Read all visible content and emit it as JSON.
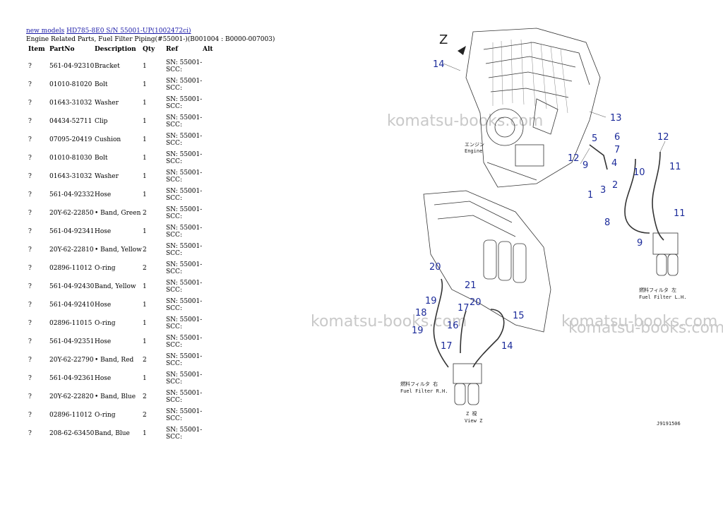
{
  "breadcrumb": {
    "link1": "new models",
    "link2": "HD785-8E0 S/N 55001-UP(1002472ci)"
  },
  "subtitle": "Engine Related Parts, Fuel Filter Piping(#55001-)(B001004 : B0000-007003)",
  "table": {
    "headers": [
      "Item",
      "PartNo",
      "Description",
      "Qty",
      "Ref",
      "Alt"
    ],
    "rows": [
      {
        "item": "?",
        "part": "561-04-92310",
        "desc": "Bracket",
        "qty": "1",
        "ref1": "SN: 55001-",
        "ref2": "SCC:"
      },
      {
        "item": "?",
        "part": "01010-81020",
        "desc": "Bolt",
        "qty": "1",
        "ref1": "SN: 55001-",
        "ref2": "SCC:"
      },
      {
        "item": "?",
        "part": "01643-31032",
        "desc": "Washer",
        "qty": "1",
        "ref1": "SN: 55001-",
        "ref2": "SCC:"
      },
      {
        "item": "?",
        "part": "04434-52711",
        "desc": "Clip",
        "qty": "1",
        "ref1": "SN: 55001-",
        "ref2": "SCC:"
      },
      {
        "item": "?",
        "part": "07095-20419",
        "desc": "Cushion",
        "qty": "1",
        "ref1": "SN: 55001-",
        "ref2": "SCC:"
      },
      {
        "item": "?",
        "part": "01010-81030",
        "desc": "Bolt",
        "qty": "1",
        "ref1": "SN: 55001-",
        "ref2": "SCC:"
      },
      {
        "item": "?",
        "part": "01643-31032",
        "desc": "Washer",
        "qty": "1",
        "ref1": "SN: 55001-",
        "ref2": "SCC:"
      },
      {
        "item": "?",
        "part": "561-04-92332",
        "desc": "Hose",
        "qty": "1",
        "ref1": "SN: 55001-",
        "ref2": "SCC:"
      },
      {
        "item": "?",
        "part": "20Y-62-22850",
        "desc": "• Band, Green",
        "qty": "2",
        "ref1": "SN: 55001-",
        "ref2": "SCC:"
      },
      {
        "item": "?",
        "part": "561-04-92341",
        "desc": "Hose",
        "qty": "1",
        "ref1": "SN: 55001-",
        "ref2": "SCC:"
      },
      {
        "item": "?",
        "part": "20Y-62-22810",
        "desc": "• Band, Yellow",
        "qty": "2",
        "ref1": "SN: 55001-",
        "ref2": "SCC:"
      },
      {
        "item": "?",
        "part": "02896-11012",
        "desc": "O-ring",
        "qty": "2",
        "ref1": "SN: 55001-",
        "ref2": "SCC:"
      },
      {
        "item": "?",
        "part": "561-04-92430",
        "desc": "Band, Yellow",
        "qty": "1",
        "ref1": "SN: 55001-",
        "ref2": "SCC:"
      },
      {
        "item": "?",
        "part": "561-04-92410",
        "desc": "Hose",
        "qty": "1",
        "ref1": "SN: 55001-",
        "ref2": "SCC:"
      },
      {
        "item": "?",
        "part": "02896-11015",
        "desc": "O-ring",
        "qty": "1",
        "ref1": "SN: 55001-",
        "ref2": "SCC:"
      },
      {
        "item": "?",
        "part": "561-04-92351",
        "desc": "Hose",
        "qty": "1",
        "ref1": "SN: 55001-",
        "ref2": "SCC:"
      },
      {
        "item": "?",
        "part": "20Y-62-22790",
        "desc": "• Band, Red",
        "qty": "2",
        "ref1": "SN: 55001-",
        "ref2": "SCC:"
      },
      {
        "item": "?",
        "part": "561-04-92361",
        "desc": "Hose",
        "qty": "1",
        "ref1": "SN: 55001-",
        "ref2": "SCC:"
      },
      {
        "item": "?",
        "part": "20Y-62-22820",
        "desc": "• Band, Blue",
        "qty": "2",
        "ref1": "SN: 55001-",
        "ref2": "SCC:"
      },
      {
        "item": "?",
        "part": "02896-11012",
        "desc": "O-ring",
        "qty": "2",
        "ref1": "SN: 55001-",
        "ref2": "SCC:"
      },
      {
        "item": "?",
        "part": "208-62-63450",
        "desc": "Band, Blue",
        "qty": "1",
        "ref1": "SN: 55001-",
        "ref2": "SCC:"
      }
    ]
  },
  "diagram": {
    "view_letter": "Z",
    "engine_jp": "エンジン",
    "engine_en": "Engine",
    "filter_lh_jp": "燃料フィルタ 左",
    "filter_lh_en": "Fuel Filter L.H.",
    "filter_rh_jp": "燃料フィルタ 右",
    "filter_rh_en": "Fuel Filter R.H.",
    "view_jp": "Z 視",
    "view_en": "View Z",
    "drawing_code": "J9191506",
    "callouts": [
      "14",
      "13",
      "5",
      "6",
      "12",
      "7",
      "9",
      "4",
      "12",
      "11",
      "1",
      "3",
      "2",
      "10",
      "11",
      "8",
      "9",
      "20",
      "21",
      "19",
      "18",
      "17",
      "20",
      "15",
      "16",
      "19",
      "14",
      "17"
    ]
  },
  "watermarks": [
    "komatsu-books.com",
    "komatsu-books.com",
    "komatsu-books.com",
    "komatsu-books.com"
  ],
  "colors": {
    "link": "#1a1aa8",
    "callout": "#1c2b9a",
    "watermark": "#c9c9c9"
  }
}
